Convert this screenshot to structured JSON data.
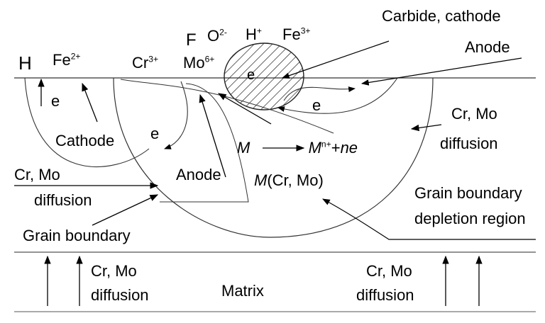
{
  "labels": {
    "carbide_cathode": "Carbide, cathode",
    "anode_top": "Anode",
    "H": "H",
    "Fe": "Fe",
    "Fe_sup": "2+",
    "F": "F",
    "O": "O",
    "O_sup": "2-",
    "Cr": "Cr",
    "Cr_sup": "3+",
    "Mo": "Mo",
    "Mo_sup": "6+",
    "H_plus": "H",
    "H_plus_sup": "+",
    "Fe3": "Fe",
    "Fe3_sup": "3+",
    "e_carbide": "e",
    "e_left": "e",
    "e_cathode": "e",
    "e_right": "e",
    "cathode": "Cathode",
    "anode_center": "Anode",
    "reaction_M": "M",
    "reaction_Mn": "M",
    "reaction_Mn_sup": "n+",
    "reaction_plus": "+",
    "reaction_ne": "ne",
    "M_CrMo": "M",
    "M_CrMo_rest": "(Cr, Mo)",
    "crmo_left_1": "Cr, Mo",
    "crmo_left_2": "diffusion",
    "crmo_right_1": "Cr, Mo",
    "crmo_right_2": "diffusion",
    "grain_boundary": "Grain boundary",
    "gb_depletion_1": "Grain boundary",
    "gb_depletion_2": "depletion region",
    "crmo_bottom_left_1": "Cr, Mo",
    "crmo_bottom_left_2": "diffusion",
    "matrix": "Matrix",
    "crmo_bottom_right_1": "Cr, Mo",
    "crmo_bottom_right_2": "diffusion"
  }
}
